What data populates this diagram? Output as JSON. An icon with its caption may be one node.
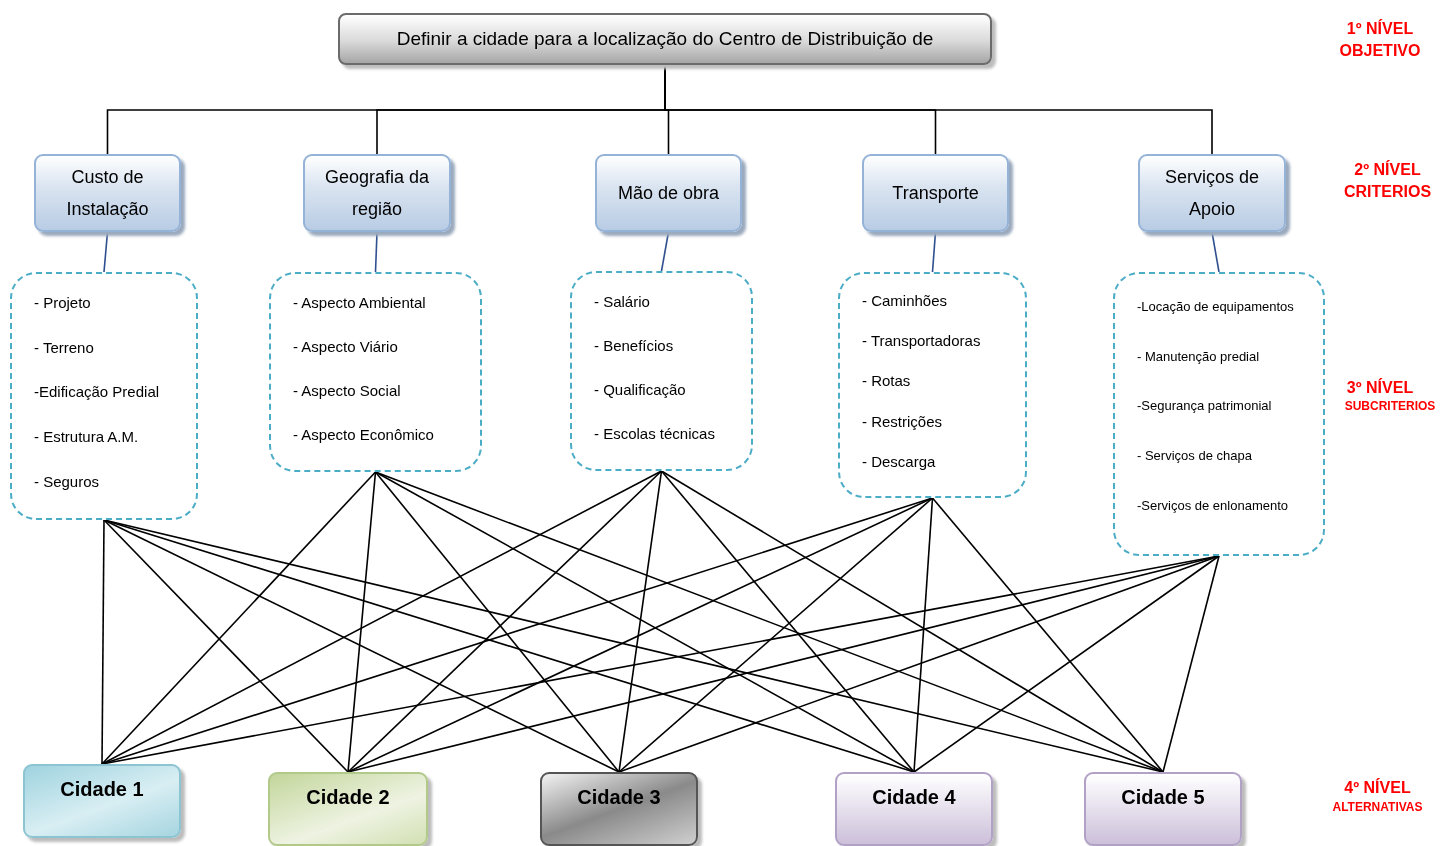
{
  "diagram": {
    "nodes": [
      {
        "text": [
          "Definir a cidade para a localização do Centro de Distribuição de"
        ]
      },
      {
        "text": [
          "Custo de Instalação"
        ]
      },
      {
        "text": [
          "Geografia da região"
        ]
      },
      {
        "text": [
          "Mão de obra"
        ]
      },
      {
        "text": [
          "Transporte"
        ]
      },
      {
        "text": [
          "Serviços de Apoio"
        ]
      },
      {
        "text": [
          "- Projeto",
          "- Terreno",
          "-Edificação Predial",
          "- Estrutura A.M.",
          "- Seguros"
        ]
      },
      {
        "text": [
          "- Aspecto  Ambiental",
          "- Aspecto Viário",
          "- Aspecto Social",
          "- Aspecto Econômico"
        ]
      },
      {
        "text": [
          "- Salário",
          "- Benefícios",
          "- Qualificação",
          "- Escolas técnicas"
        ]
      },
      {
        "text": [
          "- Caminhões",
          "- Transportadoras",
          "- Rotas",
          "- Restrições",
          "- Descarga"
        ]
      },
      {
        "text": [
          "-Locação de equipamentos",
          "- Manutenção predial",
          "-Segurança patrimonial",
          "- Serviços de chapa",
          "-Serviços de enlonamento"
        ]
      },
      {
        "text": [
          "Cidade 1"
        ]
      },
      {
        "text": [
          "Cidade 2"
        ]
      },
      {
        "text": [
          "Cidade 3"
        ]
      },
      {
        "text": [
          "Cidade 4"
        ]
      },
      {
        "text": [
          "Cidade 5"
        ]
      }
    ],
    "edges": [
      {
        "from": 0,
        "to": 1,
        "arrow": "none"
      },
      {
        "from": 0,
        "to": 2,
        "arrow": "none"
      },
      {
        "from": 0,
        "to": 3,
        "arrow": "none"
      },
      {
        "from": 0,
        "to": 4,
        "arrow": "none"
      },
      {
        "from": 0,
        "to": 5,
        "arrow": "none"
      },
      {
        "from": 1,
        "to": 6,
        "arrow": "none",
        "color": "#2f4f8f"
      },
      {
        "from": 2,
        "to": 7,
        "arrow": "none",
        "color": "#2f4f8f"
      },
      {
        "from": 3,
        "to": 8,
        "arrow": "none",
        "color": "#2f4f8f"
      },
      {
        "from": 4,
        "to": 9,
        "arrow": "none",
        "color": "#2f4f8f"
      },
      {
        "from": 5,
        "to": 10,
        "arrow": "none",
        "color": "#2f4f8f"
      },
      {
        "from": 6,
        "to": 11,
        "arrow": "none"
      },
      {
        "from": 6,
        "to": 12,
        "arrow": "none"
      },
      {
        "from": 6,
        "to": 13,
        "arrow": "none"
      },
      {
        "from": 6,
        "to": 14,
        "arrow": "none"
      },
      {
        "from": 6,
        "to": 15,
        "arrow": "none"
      },
      {
        "from": 7,
        "to": 11,
        "arrow": "none"
      },
      {
        "from": 7,
        "to": 12,
        "arrow": "none"
      },
      {
        "from": 7,
        "to": 13,
        "arrow": "none"
      },
      {
        "from": 7,
        "to": 14,
        "arrow": "none"
      },
      {
        "from": 7,
        "to": 15,
        "arrow": "none"
      },
      {
        "from": 8,
        "to": 11,
        "arrow": "none"
      },
      {
        "from": 8,
        "to": 12,
        "arrow": "none"
      },
      {
        "from": 8,
        "to": 13,
        "arrow": "none"
      },
      {
        "from": 8,
        "to": 14,
        "arrow": "none"
      },
      {
        "from": 8,
        "to": 15,
        "arrow": "none"
      },
      {
        "from": 9,
        "to": 11,
        "arrow": "none"
      },
      {
        "from": 9,
        "to": 12,
        "arrow": "none"
      },
      {
        "from": 9,
        "to": 13,
        "arrow": "none"
      },
      {
        "from": 9,
        "to": 14,
        "arrow": "none"
      },
      {
        "from": 9,
        "to": 15,
        "arrow": "none"
      },
      {
        "from": 10,
        "to": 11,
        "arrow": "none"
      },
      {
        "from": 10,
        "to": 12,
        "arrow": "none"
      },
      {
        "from": 10,
        "to": 13,
        "arrow": "none"
      },
      {
        "from": 10,
        "to": 14,
        "arrow": "none"
      },
      {
        "from": 10,
        "to": 15,
        "arrow": "none"
      }
    ],
    "labels": [
      "1º NÍVEL",
      "OBJETIVO",
      "2º NÍVEL",
      "CRITERIOS",
      "3º NÍVEL",
      "SUBCRITERIOS",
      "4º NÍVEL",
      "ALTERNATIVAS"
    ]
  }
}
